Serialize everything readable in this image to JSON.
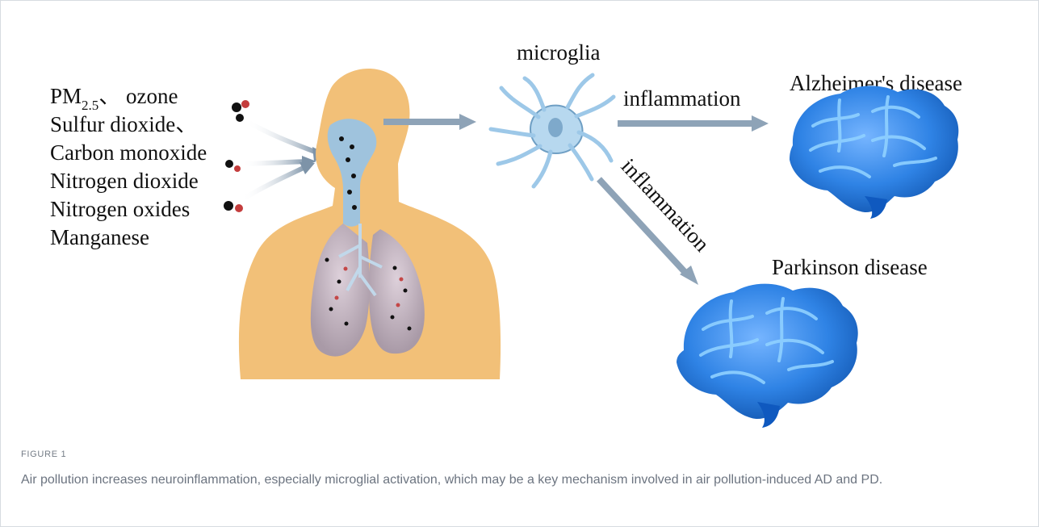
{
  "diagram": {
    "pollutants": [
      {
        "main": "PM",
        "sub": "2.5",
        "tail": "、 ozone"
      },
      {
        "main": "Sulfur dioxide、"
      },
      {
        "main": "Carbon monoxide"
      },
      {
        "main": "Nitrogen dioxide"
      },
      {
        "main": "Nitrogen oxides"
      },
      {
        "main": "Manganese"
      }
    ],
    "microglia_label": "microglia",
    "inflammation_label_1": "inflammation",
    "inflammation_label_2": "inflammation",
    "alzheimers_label": "Alzheimer's disease",
    "parkinson_label": "Parkinson disease"
  },
  "caption": {
    "label": "FIGURE 1",
    "text": "Air pollution increases neuroinflammation, especially microglial activation, which may be a key mechanism involved in air pollution-induced AD and PD."
  },
  "colors": {
    "skin": "#f3c177",
    "airway": "#9fc3dd",
    "lung": "#cbb3c3",
    "arrow": "#8da1b5",
    "brain": "#1f6fd1",
    "microglia": "#b9d8ef"
  }
}
